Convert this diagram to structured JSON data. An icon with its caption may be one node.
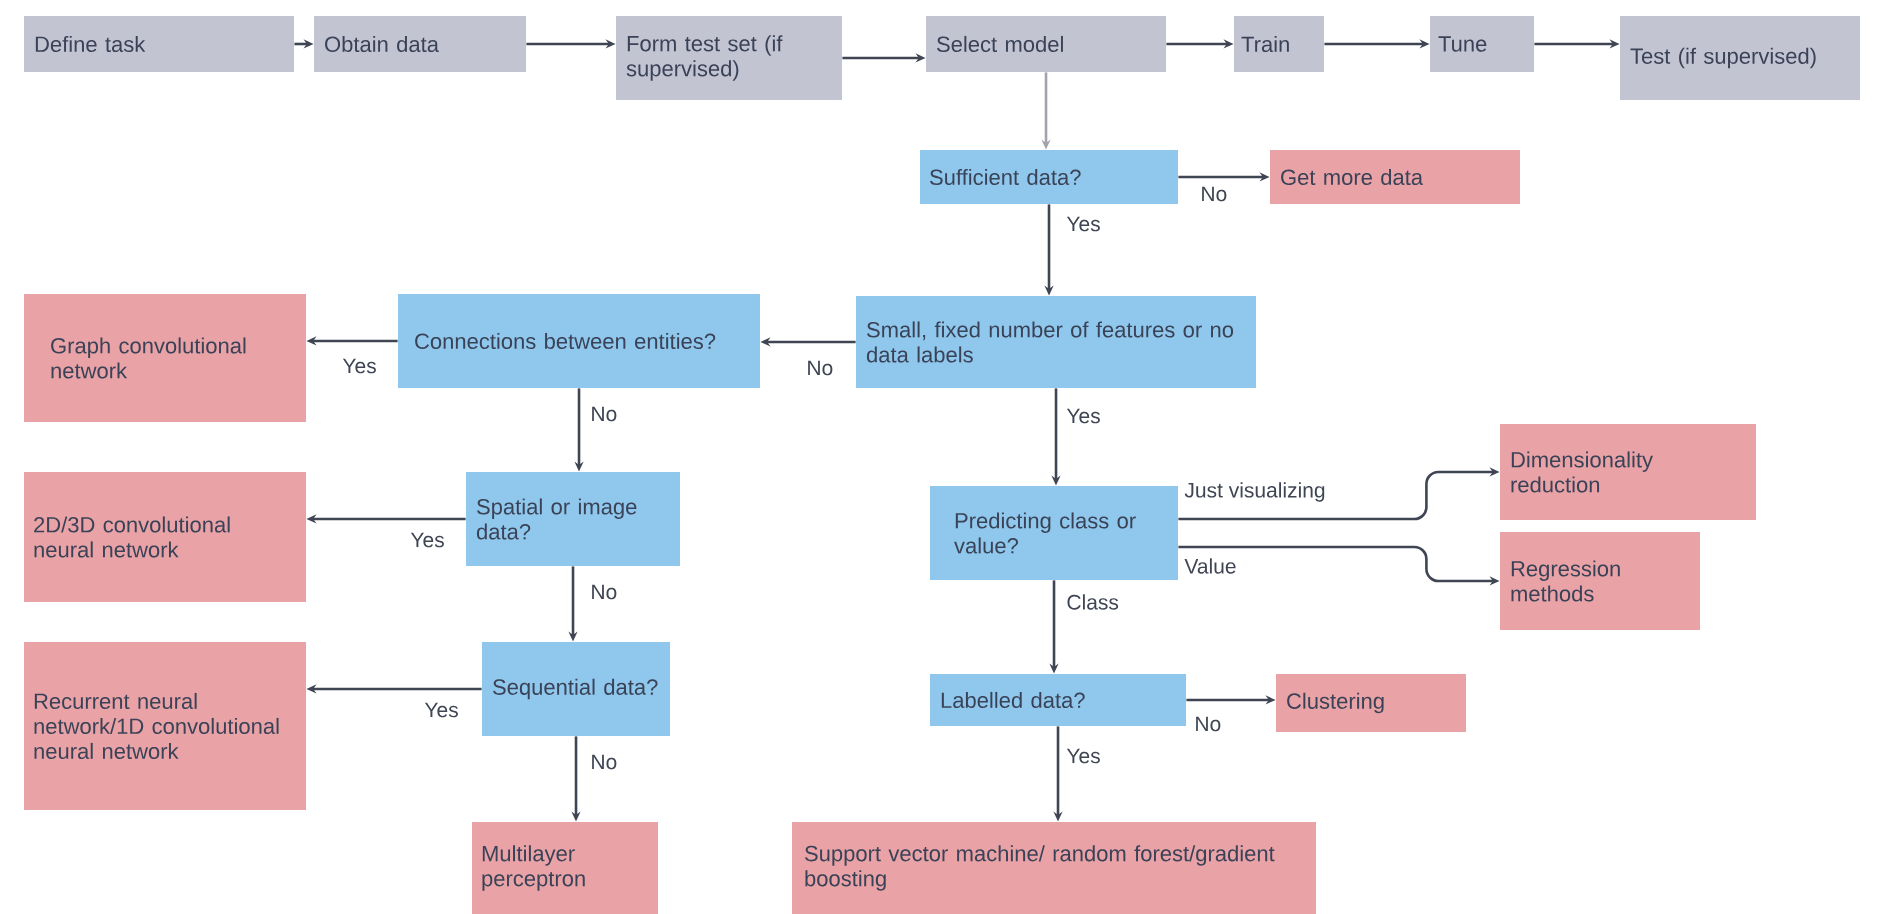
{
  "diagram": {
    "nodes": [
      {
        "text": [
          "Define task"
        ]
      },
      {
        "text": [
          "Obtain data"
        ]
      },
      {
        "text": [
          "Form test set (if supervised)"
        ]
      },
      {
        "text": [
          "Select model"
        ]
      },
      {
        "text": [
          "Train"
        ]
      },
      {
        "text": [
          "Tune"
        ]
      },
      {
        "text": [
          "Test (if supervised)"
        ]
      },
      {
        "text": [
          "Sufficient data?"
        ]
      },
      {
        "text": [
          "Get more data"
        ]
      },
      {
        "text": [
          "Small, fixed number of features or no data labels"
        ]
      },
      {
        "text": [
          "Connections between entities?"
        ]
      },
      {
        "text": [
          "Graph convolutional network"
        ]
      },
      {
        "text": [
          "Spatial or image data?"
        ]
      },
      {
        "text": [
          "2D/3D convolutional neural network"
        ]
      },
      {
        "text": [
          "Sequential data?"
        ]
      },
      {
        "text": [
          "Recurrent neural network/1D convolutional neural network"
        ]
      },
      {
        "text": [
          "Multilayer perceptron"
        ]
      },
      {
        "text": [
          "Predicting class or value?"
        ]
      },
      {
        "text": [
          "Dimensionality reduction"
        ]
      },
      {
        "text": [
          "Regression methods"
        ]
      },
      {
        "text": [
          "Labelled data?"
        ]
      },
      {
        "text": [
          "Clustering"
        ]
      },
      {
        "text": [
          "Support vector machine/ random forest/gradient boosting"
        ]
      }
    ],
    "edges": [
      {
        "from": 0,
        "to": 1,
        "arrow": "to"
      },
      {
        "from": 1,
        "to": 2,
        "arrow": "to"
      },
      {
        "from": 2,
        "to": 3,
        "arrow": "to"
      },
      {
        "from": 3,
        "to": 4,
        "arrow": "to"
      },
      {
        "from": 4,
        "to": 5,
        "arrow": "to"
      },
      {
        "from": 5,
        "to": 6,
        "arrow": "to"
      },
      {
        "from": 3,
        "to": 7,
        "arrow": "to",
        "color": "#a3a3ad"
      },
      {
        "from": 7,
        "to": 8,
        "arrow": "to",
        "label": "No"
      },
      {
        "from": 7,
        "to": 9,
        "arrow": "to",
        "label": "Yes"
      },
      {
        "from": 9,
        "to": 10,
        "arrow": "to",
        "label": "No"
      },
      {
        "from": 10,
        "to": 11,
        "arrow": "to",
        "label": "Yes"
      },
      {
        "from": 10,
        "to": 12,
        "arrow": "to",
        "label": "No"
      },
      {
        "from": 12,
        "to": 13,
        "arrow": "to",
        "label": "Yes"
      },
      {
        "from": 12,
        "to": 14,
        "arrow": "to",
        "label": "No"
      },
      {
        "from": 14,
        "to": 15,
        "arrow": "to",
        "label": "Yes"
      },
      {
        "from": 14,
        "to": 16,
        "arrow": "to",
        "label": "No"
      },
      {
        "from": 9,
        "to": 17,
        "arrow": "to",
        "label": "Yes"
      },
      {
        "from": 17,
        "to": 18,
        "arrow": "to",
        "label": "Just visualizing"
      },
      {
        "from": 17,
        "to": 19,
        "arrow": "to",
        "label": "Value"
      },
      {
        "from": 17,
        "to": 20,
        "arrow": "to",
        "label": "Class"
      },
      {
        "from": 20,
        "to": 21,
        "arrow": "to",
        "label": "No"
      },
      {
        "from": 20,
        "to": 22,
        "arrow": "to",
        "label": "Yes"
      }
    ]
  }
}
